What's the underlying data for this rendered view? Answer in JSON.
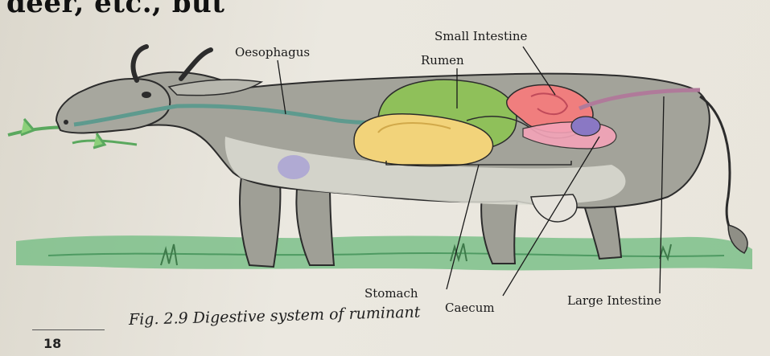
{
  "header_text": "deer, etc., but",
  "labels": {
    "oesophagus": "Oesophagus",
    "rumen": "Rumen",
    "small_intestine": "Small Intestine",
    "stomach": "Stomach",
    "caecum": "Caecum",
    "large_intestine": "Large Intestine"
  },
  "caption": "Fig. 2.9 Digestive system of ruminant",
  "page_number": "18",
  "colors": {
    "body": "#a3a39a",
    "belly": "#dcdcd2",
    "oesophagus": "#5e9a8e",
    "rumen": "#8fc05a",
    "stomach": "#f2d37a",
    "small_intestine": "#f07e7e",
    "caecum": "#8a78c4",
    "large_intestine": "#b07a9a",
    "grass": "#7cc08a",
    "outline": "#2c2c2c"
  }
}
